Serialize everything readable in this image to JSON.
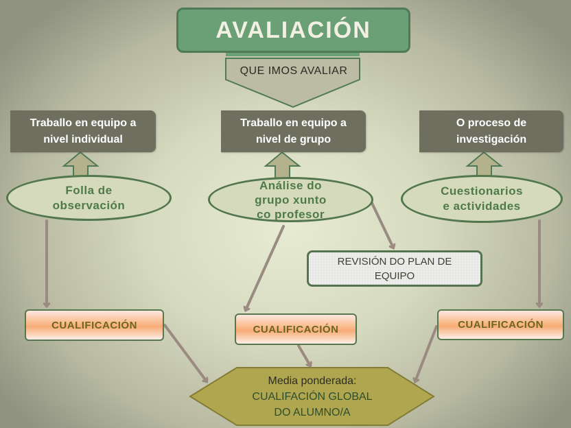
{
  "title": "AVALIACIÓN",
  "subtitle": "QUE IMOS AVALIAR",
  "columns": [
    {
      "header": [
        "Traballo en equipo a",
        "nivel individual"
      ],
      "method": [
        "Folla de",
        "observación"
      ],
      "grade": "CUALIFICACIÓN"
    },
    {
      "header": [
        "Traballo en equipo a",
        "nivel de grupo"
      ],
      "method": [
        "Análise do",
        "grupo xunto",
        "co profesor"
      ],
      "grade": "CUALIFICACIÓN"
    },
    {
      "header": [
        "O proceso de",
        "investigación"
      ],
      "method": [
        "Cuestionarios",
        "e actividades"
      ],
      "grade": "CUALIFICACIÓN"
    }
  ],
  "revision": [
    "REVISIÓN DO PLAN DE",
    "EQUIPO"
  ],
  "final": {
    "line1": "Media ponderada:",
    "line2": "CUALIFACIÓN GLOBAL",
    "line3": "DO ALUMNO/A"
  },
  "colors": {
    "title_green": "#6b9f76",
    "header_grey": "#6e6f5e",
    "ellipse_fill": "#d5dabd",
    "ellipse_text": "#4e7a47",
    "arrow": "#9a8a80",
    "hexagon": "#b0a650",
    "grade_text": "#6b6520"
  }
}
